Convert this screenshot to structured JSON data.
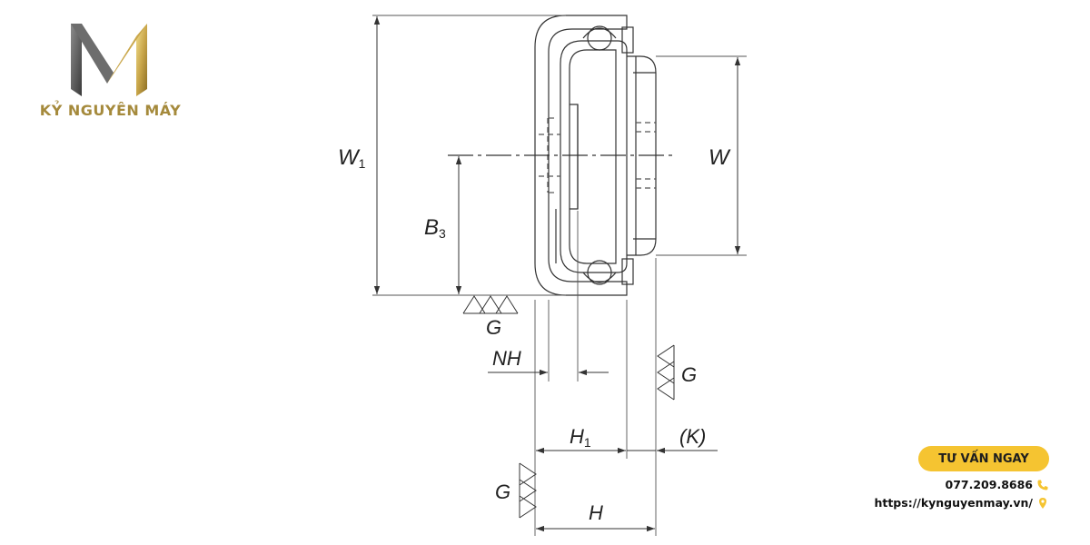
{
  "brand": {
    "name": "KỶ NGUYÊN MÁY",
    "logo_icon": "m-monogram-logo"
  },
  "diagram": {
    "labels": {
      "w1_main": "W",
      "w1_sub": "1",
      "w": "W",
      "b3_main": "B",
      "b3_sub": "3",
      "g": "G",
      "nh": "NH",
      "h1_main": "H",
      "h1_sub": "1",
      "k": "(K)",
      "h": "H"
    }
  },
  "contact": {
    "cta_label": "TƯ VẤN NGAY",
    "phone": "077.209.8686",
    "phone_icon": "phone-icon",
    "website": "https://kynguyenmay.vn/",
    "website_icon": "location-pin-icon",
    "accent_color": "#f5c431"
  }
}
